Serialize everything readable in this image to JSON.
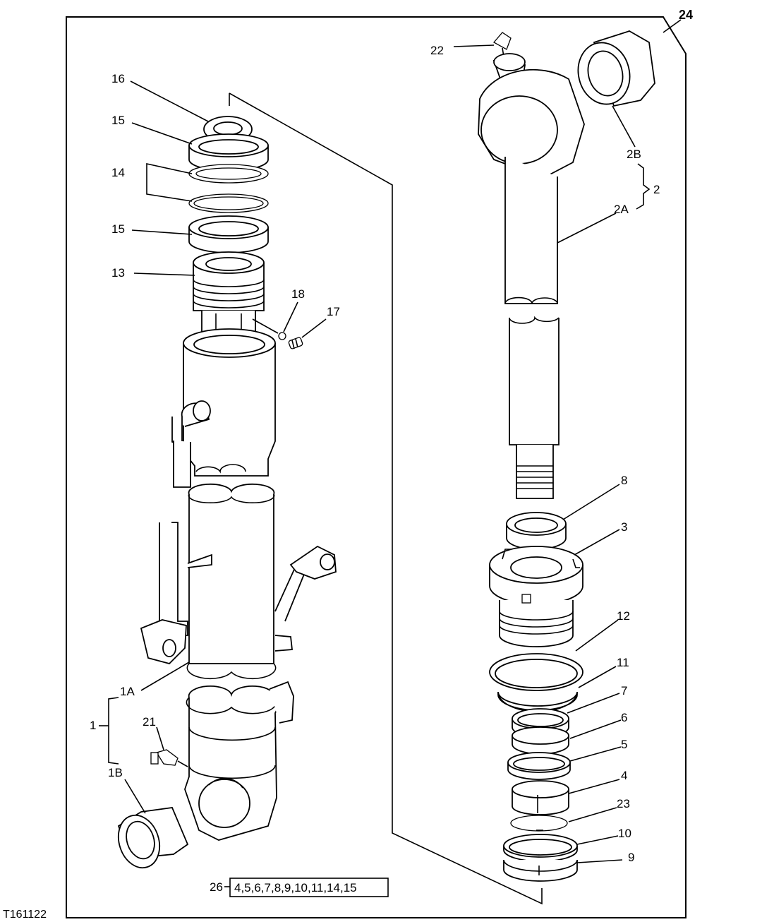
{
  "figure_id": "T161122",
  "kit_label": "26",
  "kit_contents": "4,5,6,7,8,9,10,11,14,15",
  "callouts": {
    "c24": "24",
    "c22": "22",
    "c16": "16",
    "c15a": "15",
    "c14": "14",
    "c15b": "15",
    "c13": "13",
    "c18": "18",
    "c17": "17",
    "c2b": "2B",
    "c2": "2",
    "c2a": "2A",
    "c8": "8",
    "c3": "3",
    "c12": "12",
    "c11": "11",
    "c7": "7",
    "c6": "6",
    "c5": "5",
    "c4": "4",
    "c23": "23",
    "c10": "10",
    "c9": "9",
    "c1a": "1A",
    "c1": "1",
    "c21": "21",
    "c1b": "1B"
  }
}
